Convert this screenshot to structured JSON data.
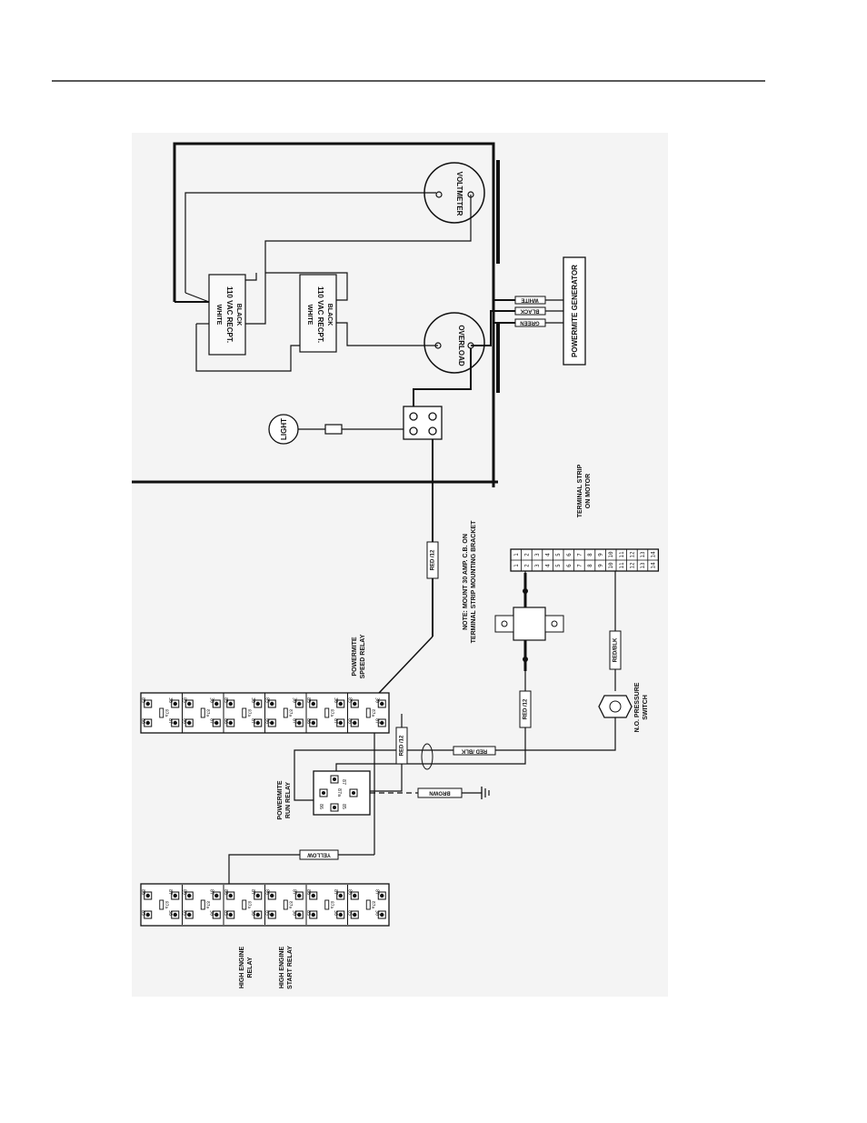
{
  "header": {
    "rule": true
  },
  "diagram": {
    "labels": {
      "voltmeter": "VOLTMETER",
      "overload": "OVERLOAD",
      "recept_top_white": "WHITE",
      "recept_top_name": "110 VAC RECPT.",
      "recept_top_black": "BLACK",
      "recept_bot_white": "WHITE",
      "recept_bot_name": "110 VAC RECPT.",
      "recept_bot_black": "BLACK",
      "generator": "POWERMITE GENERATOR",
      "wire_white": "WHITE",
      "wire_black": "BLACK",
      "wire_green": "GREEN",
      "light": "LIGHT",
      "terminal_strip_1": "TERMINAL STRIP",
      "terminal_strip_2": "ON MOTOR",
      "note_1": "NOTE: MOUNT 30 AMP. C.B. ON",
      "note_2": "TERMINAL STRIP MOUNTING BRACKET",
      "red12_top": "RED /12",
      "red12_mid": "RED /12",
      "red12_low": "RED /12",
      "red_blk_h": "RED /BLK",
      "red_blk_v": "RED/BLK",
      "brown": "BROWN",
      "yellow": "YELLOW",
      "speed_relay_1": "POWERMITE",
      "speed_relay_2": "SPEED RELAY",
      "run_relay_1": "POWERMITE",
      "run_relay_2": "RUN RELAY",
      "pressure_1": "N.O. PRESSURE",
      "pressure_2": "SWITCH",
      "high_engine_1": "HIGH ENGINE",
      "high_engine_2": "RELAY",
      "high_start_1": "HIGH ENGINE",
      "high_start_2": "START RELAY"
    },
    "terminal_numbers": [
      "1",
      "2",
      "3",
      "4",
      "5",
      "6",
      "7",
      "8",
      "9",
      "10",
      "11",
      "12",
      "13",
      "14"
    ],
    "relay_pins": {
      "p85": "85",
      "p86": "86",
      "p87": "87",
      "p87a": "87a",
      "p30": "30"
    }
  }
}
